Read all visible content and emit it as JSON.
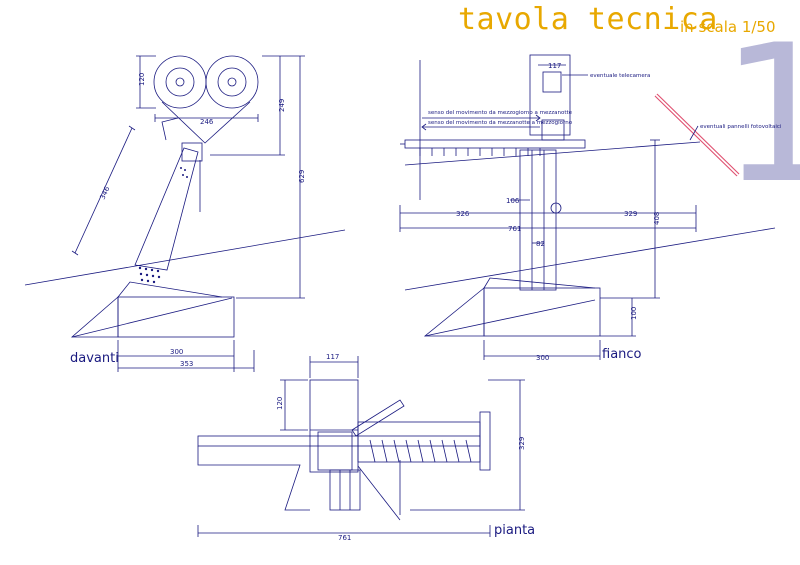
{
  "sheet": {
    "title": "tavola tecnica",
    "scale_label": "in scala 1/50",
    "sheet_number": "1"
  },
  "views": {
    "front": "davanti",
    "side": "fianco",
    "plan": "pianta"
  },
  "notes": {
    "camera": "eventuale telecamera",
    "panels": "eventuali pannelli fotovoltaici",
    "motion_noon_midnight": "senso del movimento da mezzogiorno a mezzanotte",
    "motion_midnight_noon": "senso del movimento da mezzanotte a mezzogiorno"
  },
  "dimensions": {
    "front": {
      "d120": "120",
      "d246": "246",
      "d249": "249",
      "d346": "346",
      "d629": "629",
      "d300": "300",
      "d353": "353"
    },
    "side": {
      "d117": "117",
      "d106": "106",
      "d326": "326",
      "d329": "329",
      "d761": "761",
      "d82": "82",
      "d408": "408",
      "d100": "100",
      "d300": "300"
    },
    "plan": {
      "d117": "117",
      "d120": "120",
      "d329": "329",
      "d761": "761"
    }
  },
  "colors": {
    "line": "#1a1a80",
    "accent": "#e8a800",
    "big_number": "#b8b8d8",
    "panel": "#e05070"
  }
}
